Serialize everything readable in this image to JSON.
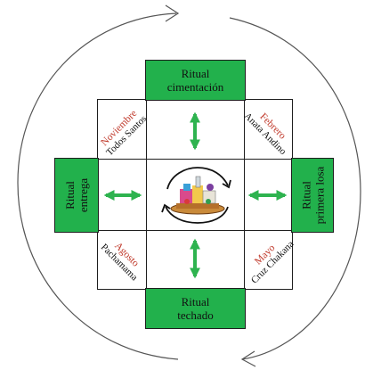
{
  "colors": {
    "green": "#22b14c",
    "red": "#c0392b",
    "arrow": "#2eb34f",
    "line": "#1e1e1e"
  },
  "rituals": {
    "top": {
      "line1": "Ritual",
      "line2": "cimentación"
    },
    "right": {
      "line1": "Ritual",
      "line2": "primera losa"
    },
    "bottom": {
      "line1": "Ritual",
      "line2": "techado"
    },
    "left": {
      "line1": "Ritual",
      "line2": "entrega"
    }
  },
  "corners": {
    "top_left": {
      "month": "Noviembre",
      "event": "Todos Santos"
    },
    "top_right": {
      "month": "Febrero",
      "event": "Anata Andino"
    },
    "bottom_right": {
      "month": "Mayo",
      "event": "Cruz Chakana"
    },
    "bottom_left": {
      "month": "Agosto",
      "event": "Pachamama"
    }
  },
  "center": {
    "image": "offering-plate-illustration"
  }
}
